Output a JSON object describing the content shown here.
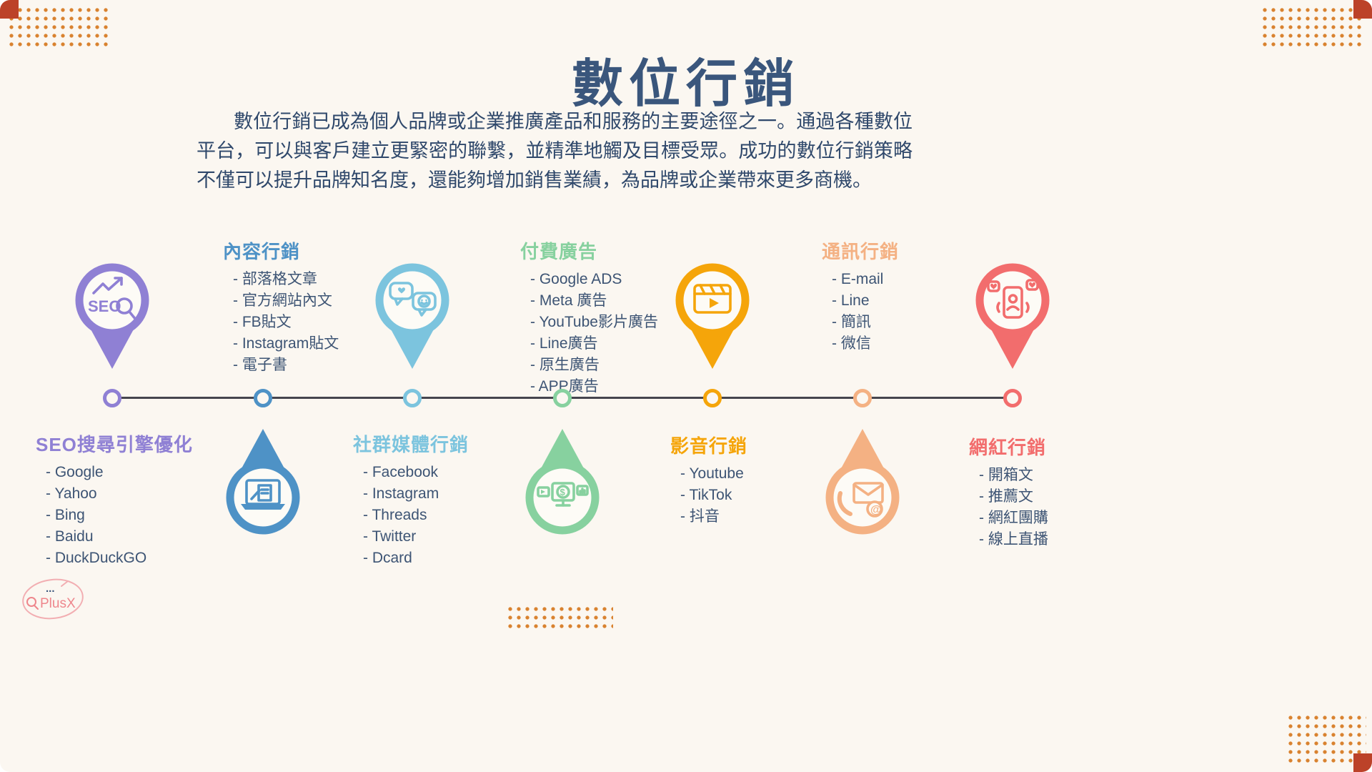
{
  "page": {
    "title": "數位行銷",
    "intro": "數位行銷已成為個人品牌或企業推廣產品和服務的主要途徑之一。通過各種數位平台，可以與客戶建立更緊密的聯繫，並精準地觸及目標受眾。成功的數位行銷策略不僅可以提升品牌知名度，還能夠增加銷售業績，為品牌或企業帶來更多商機。",
    "background_color": "#fbf7f1",
    "title_color": "#3a567c",
    "body_text_color": "#2f486b"
  },
  "logo": {
    "text": "PlusX",
    "dots": "..."
  },
  "timeline": {
    "line_color": "#45454e",
    "nodes": [
      {
        "title": "SEO搜尋引擎優化",
        "color": "#8f80d4",
        "icon": "seo-magnifier-icon",
        "icon_text": "SEO",
        "items": [
          "- Google",
          "- Yahoo",
          "- Bing",
          "- Baidu",
          "- DuckDuckGO"
        ]
      },
      {
        "title": "內容行銷",
        "color": "#4e92c6",
        "icon": "laptop-writing-icon",
        "items": [
          "- 部落格文章",
          "- 官方網站內文",
          "- FB貼文",
          "- Instagram貼文",
          "- 電子書"
        ]
      },
      {
        "title": "社群媒體行銷",
        "color": "#7cc4de",
        "icon": "chat-bubbles-icon",
        "items": [
          "- Facebook",
          "- Instagram",
          "- Threads",
          "- Twitter",
          "- Dcard"
        ]
      },
      {
        "title": "付費廣告",
        "color": "#87d19f",
        "icon": "ads-screens-icon",
        "icon_text": "$",
        "items": [
          "- Google  ADS",
          "- Meta 廣告",
          "- YouTube影片廣告",
          "- Line廣告",
          "- 原生廣告",
          "- APP廣告"
        ]
      },
      {
        "title": "影音行銷",
        "color": "#f5a50a",
        "icon": "video-clapper-icon",
        "items": [
          "- Youtube",
          "- TikTok",
          "- 抖音"
        ]
      },
      {
        "title": "通訊行銷",
        "color": "#f4b183",
        "icon": "phone-mail-icon",
        "icon_text": "@",
        "items": [
          "- E-mail",
          "- Line",
          "- 簡訊",
          "- 微信"
        ]
      },
      {
        "title": "網紅行銷",
        "color": "#f26d6d",
        "icon": "influencer-phone-icon",
        "items": [
          "- 開箱文",
          "- 推薦文",
          "- 網紅團購",
          "- 線上直播"
        ]
      }
    ]
  }
}
